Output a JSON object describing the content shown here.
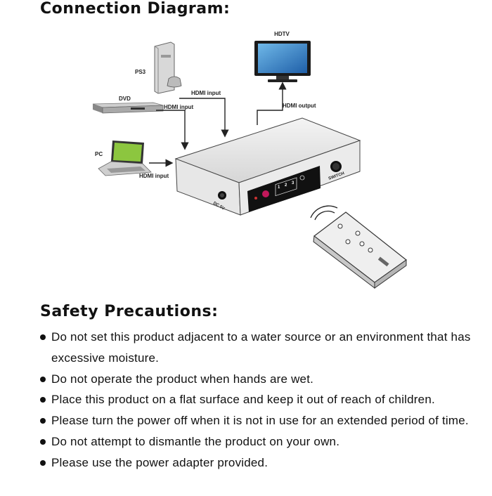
{
  "connection": {
    "heading": "Connection Diagram:",
    "labels": {
      "hdtv": "HDTV",
      "ps3": "PS3",
      "dvd": "DVD",
      "pc": "PC",
      "hdmi_input_ps3": "HDMI input",
      "hdmi_input_dvd": "HDMI input",
      "hdmi_input_pc": "HDMI input",
      "hdmi_output": "HDMI output",
      "dc": "DC 5V",
      "switch": "SWITCH",
      "port_1": "1",
      "port_2": "2",
      "port_3": "3"
    }
  },
  "safety": {
    "heading": "Safety Precautions:",
    "items": [
      "Do not set this product adjacent to a water source or an environment that has excessive moisture.",
      "Do not operate the product when hands are wet.",
      "Place this product on a flat surface and keep it out of reach of children.",
      "Please turn the power off when it is not in use for an extended period of time.",
      "Do not attempt to dismantle the product on your own.",
      "Please use the power adapter provided."
    ]
  }
}
